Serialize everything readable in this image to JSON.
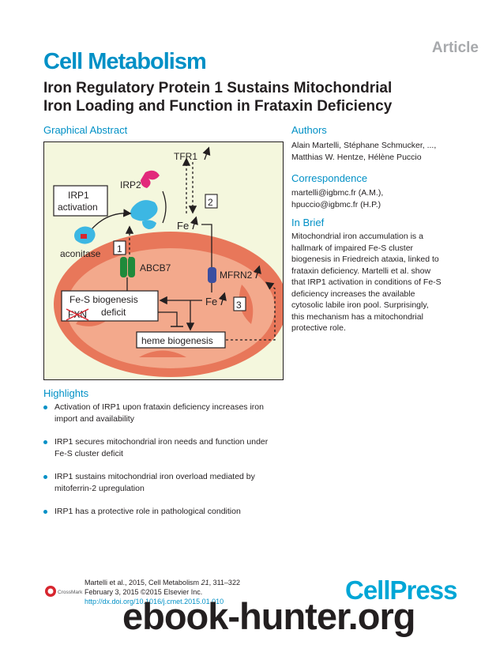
{
  "header": {
    "article_tag": "Article",
    "journal": "Cell Metabolism",
    "title_line1": "Iron Regulatory Protein 1 Sustains Mitochondrial",
    "title_line2": "Iron Loading and Function in Frataxin Deficiency"
  },
  "graphical_abstract": {
    "heading": "Graphical Abstract",
    "labels": {
      "tfr1": "TFR1",
      "irp2": "IRP2",
      "irp1_activation_1": "IRP1",
      "irp1_activation_2": "activation",
      "step2": "2",
      "fe_cyto": "Fe",
      "aconitase": "aconitase",
      "step1": "1",
      "abcb7": "ABCB7",
      "mfrn2": "MFRN2",
      "fe_mito": "Fe",
      "step3": "3",
      "fes_1": "Fe-S biogenesis",
      "fes_2": "deficit",
      "fxn": "FXN",
      "heme": "heme biogenesis"
    },
    "colors": {
      "background": "#f4f7dd",
      "mitochondrion": "#e8775a",
      "matrix": "#f3a98c",
      "irp1": "#3cb7e3",
      "irp2": "#e2297b",
      "abcb7": "#1f8a3b",
      "mfrn2": "#3b4fa0",
      "aconitase_core": "#d7262f"
    }
  },
  "authors": {
    "heading": "Authors",
    "line1": "Alain Martelli, Stéphane Schmucker, ...,",
    "line2": "Matthias W. Hentze, Hélène Puccio"
  },
  "correspondence": {
    "heading": "Correspondence",
    "line1": "martelli@igbmc.fr (A.M.),",
    "line2": "hpuccio@igbmc.fr (H.P.)"
  },
  "in_brief": {
    "heading": "In Brief",
    "lines": [
      "Mitochondrial iron accumulation is a",
      "hallmark of impaired Fe-S cluster",
      "biogenesis in Friedreich ataxia, linked to",
      "frataxin deficiency. Martelli et al. show",
      "that IRP1 activation in conditions of Fe-S",
      "deficiency increases the available",
      "cytosolic labile iron pool. Surprisingly,",
      "this mechanism has a mitochondrial",
      "protective role."
    ]
  },
  "highlights": {
    "heading": "Highlights",
    "items": [
      {
        "line1": "Activation of IRP1 upon frataxin deficiency increases iron",
        "line2": "import and availability"
      },
      {
        "line1": "IRP1 secures mitochondrial iron needs and function under",
        "line2": "Fe-S cluster deficit"
      },
      {
        "line1": "IRP1 sustains mitochondrial iron overload mediated by",
        "line2": "mitoferrin-2 upregulation"
      },
      {
        "line1": "IRP1 has a protective role in pathological condition",
        "line2": ""
      }
    ]
  },
  "footer": {
    "citation_prefix": "Martelli et al., 2015, Cell Metabolism ",
    "citation_volume": "21",
    "citation_pages": ", 311–322",
    "date_line": "February 3, 2015 ©2015 Elsevier Inc.",
    "doi": "http://dx.doi.org/10.1016/j.cmet.2015.01.010",
    "crossmark": "CrossMark",
    "publisher": "CellPress",
    "watermark": "ebook-hunter.org"
  }
}
